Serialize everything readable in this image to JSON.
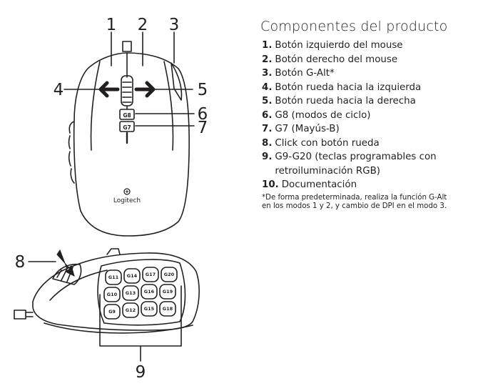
{
  "callouts": {
    "c1": "1",
    "c2": "2",
    "c3": "3",
    "c4": "4",
    "c5": "5",
    "c6": "6",
    "c7": "7",
    "c8": "8",
    "c9": "9"
  },
  "mouse_labels": {
    "g8": "G8",
    "g7": "G7",
    "brand": "Logitech",
    "side_keys": [
      "G11",
      "G14",
      "G17",
      "G20",
      "G10",
      "G13",
      "G16",
      "G19",
      "G9",
      "G12",
      "G15",
      "G18"
    ]
  },
  "legend": {
    "title": "Componentes del producto",
    "items": [
      {
        "num": "1.",
        "label": "Botón izquierdo del mouse"
      },
      {
        "num": "2.",
        "label": "Botón derecho del mouse"
      },
      {
        "num": "3.",
        "label": "Botón G-Alt*"
      },
      {
        "num": "4.",
        "label": "Botón rueda hacia la izquierda"
      },
      {
        "num": "5.",
        "label": "Botón rueda hacia la derecha"
      },
      {
        "num": "6.",
        "label": "G8 (modos de ciclo)"
      },
      {
        "num": "7.",
        "label": "G7 (Mayús-B)"
      },
      {
        "num": "8.",
        "label": "Click con botón rueda"
      },
      {
        "num": "9.",
        "label": "G9-G20 (teclas programables con retroiluminación RGB)"
      },
      {
        "num": "10.",
        "label": "Documentación"
      }
    ],
    "footnote_line1": "*De forma predeterminada, realiza la función G-Alt",
    "footnote_line2": "en los modos 1 y 2, y cambio de DPI en el modo 3."
  }
}
